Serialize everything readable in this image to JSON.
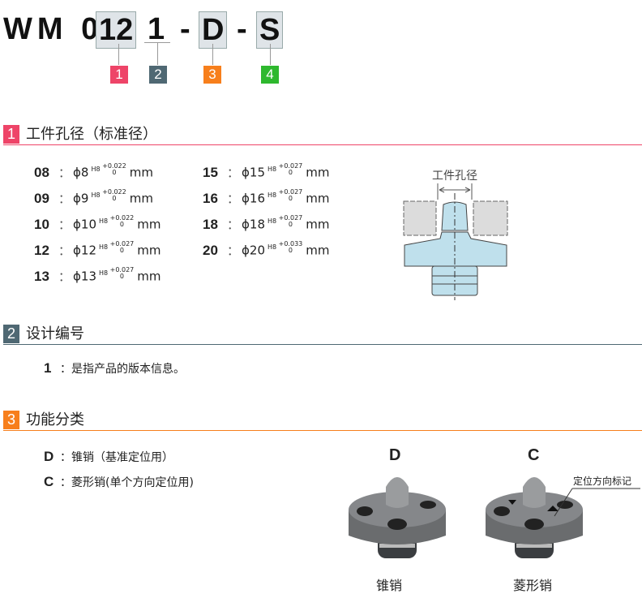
{
  "model_code": {
    "prefix": "WM 0",
    "part1": "12",
    "part2": "1",
    "dash": "-",
    "part3": "D",
    "part4": "S"
  },
  "badges": [
    {
      "label": "1",
      "color": "#ee4468"
    },
    {
      "label": "2",
      "color": "#4f6873"
    },
    {
      "label": "3",
      "color": "#f77f1c"
    },
    {
      "label": "4",
      "color": "#2eb82e"
    }
  ],
  "sections": [
    {
      "num": "1",
      "title": "工件孔径（标准径）",
      "color": "#ee4468"
    },
    {
      "num": "2",
      "title": "设计编号",
      "color": "#4f6873"
    },
    {
      "num": "3",
      "title": "功能分类",
      "color": "#f77f1c"
    }
  ],
  "diameters": [
    {
      "code": "08",
      "sep": "：",
      "dia": "ϕ8",
      "fit": "H8",
      "upper": "+0.022",
      "lower": "0",
      "unit": "mm"
    },
    {
      "code": "09",
      "sep": "：",
      "dia": "ϕ9",
      "fit": "H8",
      "upper": "+0.022",
      "lower": "0",
      "unit": "mm"
    },
    {
      "code": "10",
      "sep": "：",
      "dia": "ϕ10",
      "fit": "H8",
      "upper": "+0.022",
      "lower": "0",
      "unit": "mm"
    },
    {
      "code": "12",
      "sep": "：",
      "dia": "ϕ12",
      "fit": "H8",
      "upper": "+0.027",
      "lower": "0",
      "unit": "mm"
    },
    {
      "code": "13",
      "sep": "：",
      "dia": "ϕ13",
      "fit": "H8",
      "upper": "+0.027",
      "lower": "0",
      "unit": "mm"
    },
    {
      "code": "15",
      "sep": "：",
      "dia": "ϕ15",
      "fit": "H8",
      "upper": "+0.027",
      "lower": "0",
      "unit": "mm"
    },
    {
      "code": "16",
      "sep": "：",
      "dia": "ϕ16",
      "fit": "H8",
      "upper": "+0.027",
      "lower": "0",
      "unit": "mm"
    },
    {
      "code": "18",
      "sep": "：",
      "dia": "ϕ18",
      "fit": "H8",
      "upper": "+0.027",
      "lower": "0",
      "unit": "mm"
    },
    {
      "code": "20",
      "sep": "：",
      "dia": "ϕ20",
      "fit": "H8",
      "upper": "+0.033",
      "lower": "0",
      "unit": "mm"
    }
  ],
  "diagram_label": "工件孔径",
  "design": {
    "code": "1",
    "sep": "：",
    "text": "是指产品的版本信息。"
  },
  "functions": [
    {
      "code": "D",
      "sep": "：",
      "text": "锥销（基准定位用）"
    },
    {
      "code": "C",
      "sep": "：",
      "text": "菱形销(单个方向定位用)"
    }
  ],
  "photos": [
    {
      "letter": "D",
      "caption": "锥销"
    },
    {
      "letter": "C",
      "caption": "菱形销",
      "callout": "定位方向标记"
    }
  ]
}
